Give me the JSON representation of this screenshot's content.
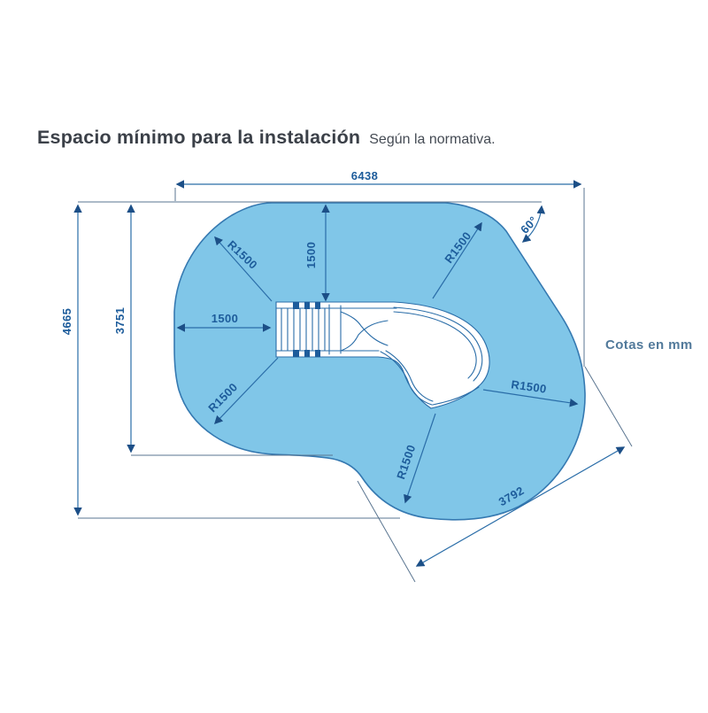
{
  "title": {
    "text": "Espacio mínimo para la instalación",
    "subtitle": "Según la normativa."
  },
  "note": {
    "units": "Cotas en mm"
  },
  "dimensions": {
    "overall_width": "6438",
    "overall_height": "4665",
    "inner_height": "3751",
    "top_clearance": "1500",
    "left_clearance": "1500",
    "radius_top_left": "R1500",
    "radius_top_right": "R1500",
    "radius_bottom_left": "R1500",
    "radius_exit": "R1500",
    "radius_right": "R1500",
    "angle_top_right": "60°",
    "bottom_edge": "3792"
  },
  "colors": {
    "area_fill": "#80c6e8",
    "area_outline": "#3579b1",
    "dimension_line": "#2a6da8",
    "arrow": "#1c4f87",
    "construction_line": "#5a7590",
    "dimension_text": "#1d5c9b",
    "title_text": "#3b4048",
    "note_text": "#527a9b"
  }
}
